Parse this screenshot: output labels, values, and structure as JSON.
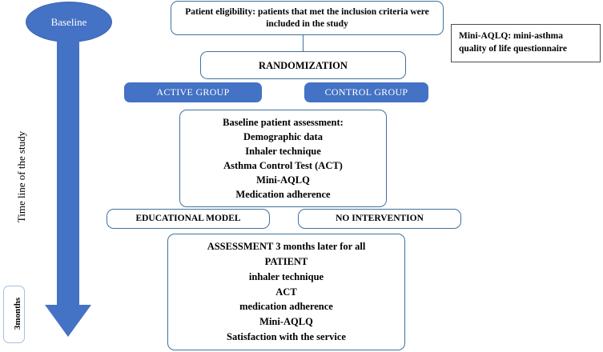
{
  "diagram": {
    "title_semantics": "study-flow-chart",
    "colors": {
      "fill_blue": "#4472C4",
      "outline_blue": "#41719C",
      "legend_border": "#4d4d4d",
      "text_black": "#000000",
      "text_white": "#ffffff",
      "background": "#ffffff"
    },
    "timeline": {
      "start_label": "Baseline",
      "axis_label": "Time line of the study",
      "end_label": "3months"
    },
    "nodes": {
      "eligibility": "Patient eligibility: patients that met the inclusion criteria were included in the study",
      "randomization": "RANDOMIZATION",
      "active_group": "ACTIVE GROUP",
      "control_group": "CONTROL GROUP",
      "baseline_assessment": "Baseline patient assessment:\nDemographic data\nInhaler technique\nAsthma Control Test (ACT)\nMini-AQLQ\nMedication adherence",
      "educational_model": "EDUCATIONAL MODEL",
      "no_intervention": "NO INTERVENTION",
      "final_assessment": "ASSESSMENT 3 months later for all\nPATIENT\ninhaler technique\nACT\nmedication adherence\nMini-AQLQ\nSatisfaction with the service"
    },
    "legend": {
      "abbreviation": "Mini-AQLQ: mini-asthma quality of life questionnaire"
    }
  }
}
